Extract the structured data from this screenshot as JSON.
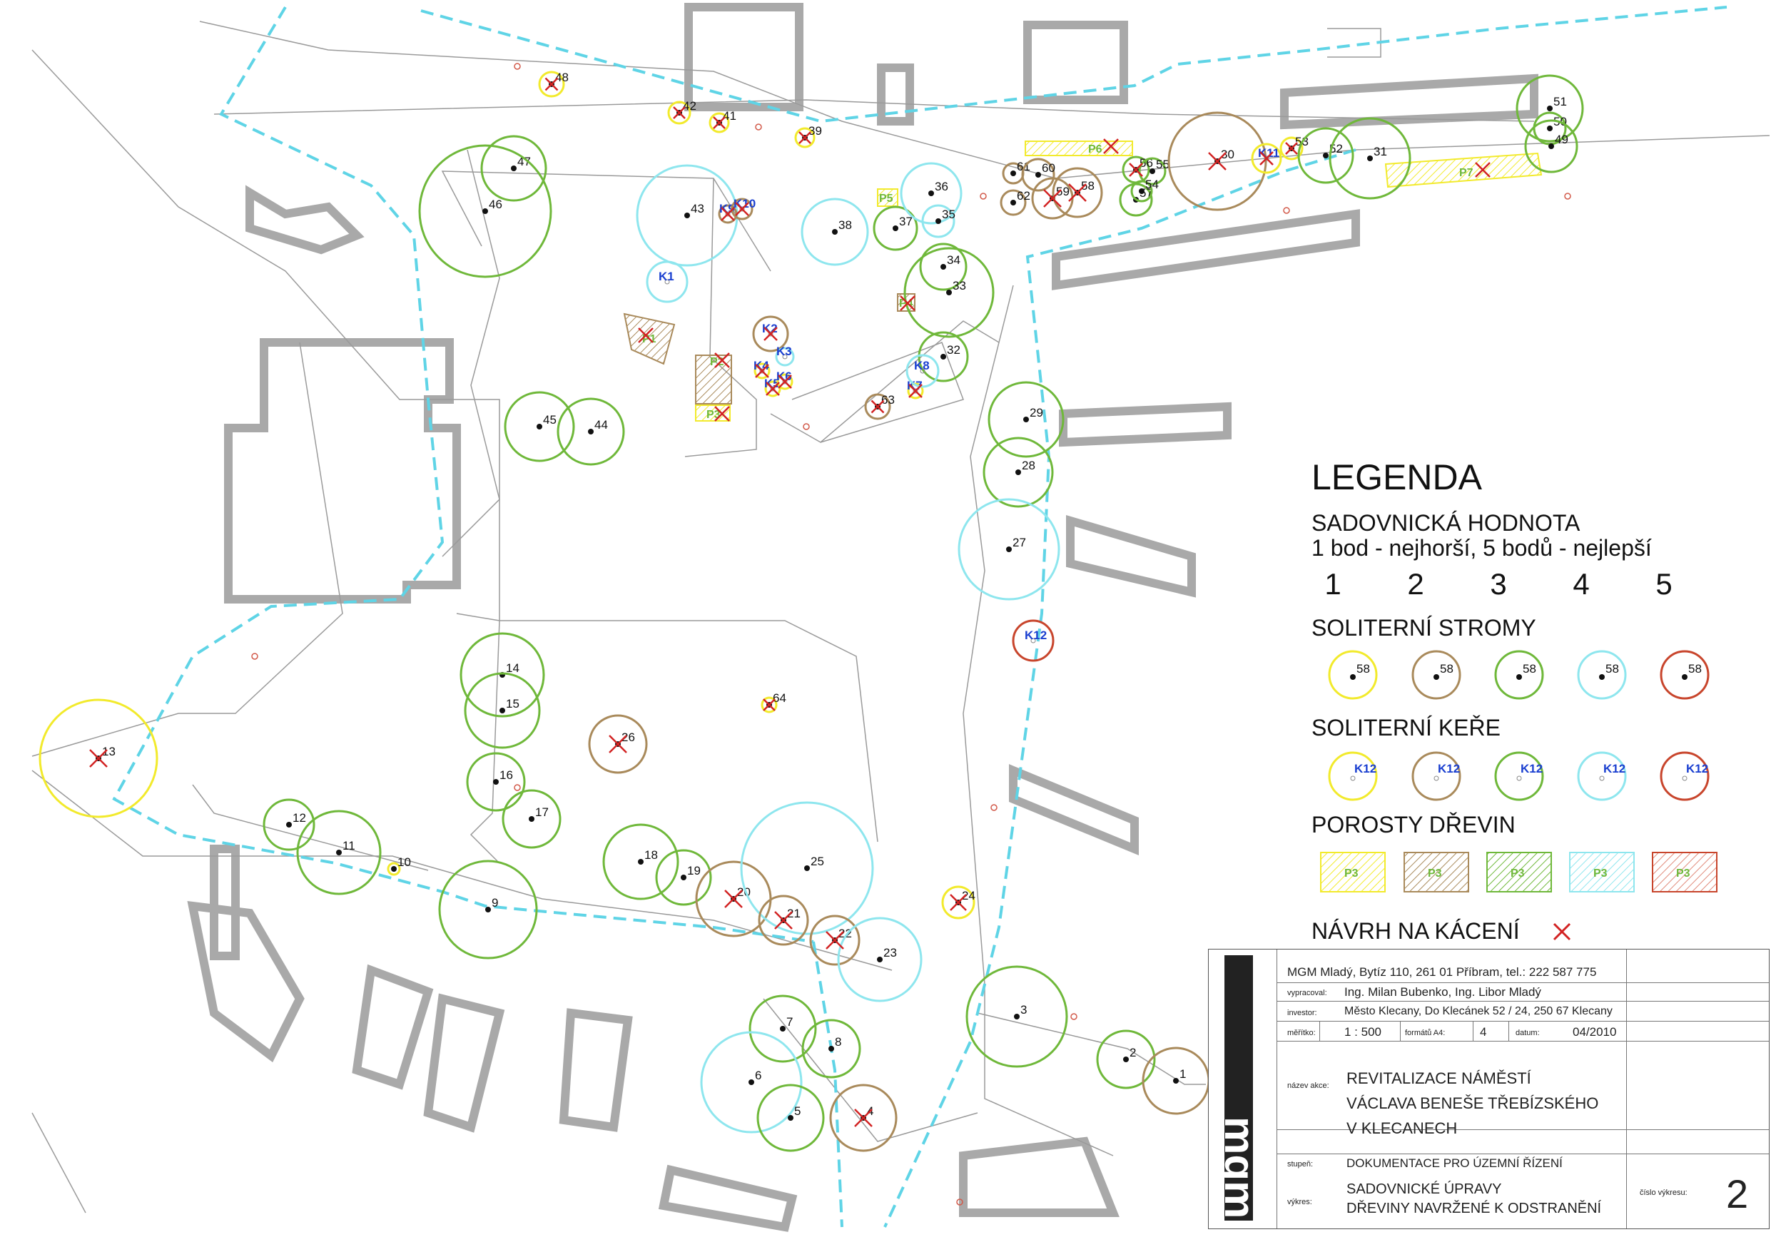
{
  "legend": {
    "title": "LEGENDA",
    "value_heading": "SADOVNICKÁ HODNOTA",
    "value_scale": "1 bod - nejhorší, 5 bodů - nejlepší",
    "score_numbers": [
      "1",
      "2",
      "3",
      "4",
      "5"
    ],
    "score_colors": [
      "#f2ea2c",
      "#a98a5b",
      "#6fb83a",
      "#8ee6ee",
      "#c8452c"
    ],
    "solitary_trees": {
      "heading": "SOLITERNÍ STROMY",
      "sample_label": "58"
    },
    "solitary_shrubs": {
      "heading": "SOLITERNÍ KEŘE",
      "sample_label": "K12"
    },
    "stands": {
      "heading": "POROSTY DŘEVIN",
      "sample_label": "P3"
    },
    "felling": {
      "heading": "NÁVRH NA KÁCENÍ",
      "mark_color": "#d22222"
    }
  },
  "title_block": {
    "company": "MGM Mladý, Bytíz 110, 261 01 Příbram, tel.: 222 587 775",
    "prepared_by_label": "vypracoval:",
    "prepared_by": "Ing. Milan Bubenko, Ing. Libor Mladý",
    "investor_label": "investor:",
    "investor": "Město Klecany, Do Klecánek 52 / 24,  250 67 Klecany",
    "scale_label": "měřítko:",
    "scale": "1 : 500",
    "format_label": "formátů A4:",
    "format": "4",
    "date_label": "datum:",
    "date": "04/2010",
    "project_label": "název akce:",
    "project_lines": [
      "REVITALIZACE NÁMĚSTÍ",
      "VÁCLAVA BENEŠE TŘEBÍZSKÉHO",
      "V KLECANECH"
    ],
    "stage_label": "stupeň:",
    "stage": "DOKUMENTACE PRO ÚZEMNÍ ŘÍZENÍ",
    "drawing_label": "výkres:",
    "drawing_lines": [
      "SADOVNICKÉ ÚPRAVY",
      "DŘEVINY NAVRŽENÉ K ODSTRANĚNÍ"
    ],
    "drawing_no_label": "číslo výkresu:",
    "drawing_no": "2",
    "logo_text": "mgm"
  },
  "trees": [
    {
      "id": "48",
      "score": 1,
      "fell": true
    },
    {
      "id": "42",
      "score": 1,
      "fell": true
    },
    {
      "id": "41",
      "score": 1,
      "fell": true
    },
    {
      "id": "39",
      "score": 1,
      "fell": true
    },
    {
      "id": "47",
      "score": 3,
      "fell": false
    },
    {
      "id": "46",
      "score": 3,
      "fell": false
    },
    {
      "id": "43",
      "score": 4,
      "fell": false
    },
    {
      "id": "38",
      "score": 4,
      "fell": false
    },
    {
      "id": "37",
      "score": 3,
      "fell": false
    },
    {
      "id": "36",
      "score": 4,
      "fell": false
    },
    {
      "id": "35",
      "score": 4,
      "fell": false
    },
    {
      "id": "34",
      "score": 3,
      "fell": false
    },
    {
      "id": "33",
      "score": 3,
      "fell": false
    },
    {
      "id": "32",
      "score": 3,
      "fell": false
    },
    {
      "id": "63",
      "score": 2,
      "fell": true
    },
    {
      "id": "61",
      "score": 2,
      "fell": false
    },
    {
      "id": "60",
      "score": 2,
      "fell": false
    },
    {
      "id": "62",
      "score": 2,
      "fell": false
    },
    {
      "id": "59",
      "score": 2,
      "fell": true
    },
    {
      "id": "58",
      "score": 2,
      "fell": true
    },
    {
      "id": "56",
      "score": 3,
      "fell": true
    },
    {
      "id": "55",
      "score": 3,
      "fell": false
    },
    {
      "id": "57",
      "score": 3,
      "fell": false
    },
    {
      "id": "54",
      "score": 3,
      "fell": false
    },
    {
      "id": "30",
      "score": 2,
      "fell": true
    },
    {
      "id": "53",
      "score": 1,
      "fell": true
    },
    {
      "id": "52",
      "score": 3,
      "fell": false
    },
    {
      "id": "31",
      "score": 3,
      "fell": false
    },
    {
      "id": "51",
      "score": 3,
      "fell": false
    },
    {
      "id": "50",
      "score": 3,
      "fell": false
    },
    {
      "id": "49",
      "score": 3,
      "fell": false
    },
    {
      "id": "45",
      "score": 3,
      "fell": false
    },
    {
      "id": "44",
      "score": 3,
      "fell": false
    },
    {
      "id": "29",
      "score": 3,
      "fell": false
    },
    {
      "id": "28",
      "score": 3,
      "fell": false
    },
    {
      "id": "27",
      "score": 4,
      "fell": false
    },
    {
      "id": "14",
      "score": 3,
      "fell": false
    },
    {
      "id": "15",
      "score": 3,
      "fell": false
    },
    {
      "id": "16",
      "score": 3,
      "fell": false
    },
    {
      "id": "17",
      "score": 3,
      "fell": false
    },
    {
      "id": "26",
      "score": 2,
      "fell": true
    },
    {
      "id": "64",
      "score": 1,
      "fell": true
    },
    {
      "id": "13",
      "score": 1,
      "fell": true
    },
    {
      "id": "12",
      "score": 3,
      "fell": false
    },
    {
      "id": "11",
      "score": 3,
      "fell": false
    },
    {
      "id": "10",
      "score": 1,
      "fell": false
    },
    {
      "id": "9",
      "score": 3,
      "fell": false
    },
    {
      "id": "18",
      "score": 3,
      "fell": false
    },
    {
      "id": "19",
      "score": 3,
      "fell": false
    },
    {
      "id": "20",
      "score": 2,
      "fell": true
    },
    {
      "id": "25",
      "score": 4,
      "fell": false
    },
    {
      "id": "21",
      "score": 2,
      "fell": true
    },
    {
      "id": "22",
      "score": 2,
      "fell": true
    },
    {
      "id": "23",
      "score": 4,
      "fell": false
    },
    {
      "id": "24",
      "score": 1,
      "fell": true
    },
    {
      "id": "3",
      "score": 3,
      "fell": false
    },
    {
      "id": "2",
      "score": 3,
      "fell": false
    },
    {
      "id": "1",
      "score": 2,
      "fell": false
    },
    {
      "id": "7",
      "score": 3,
      "fell": false
    },
    {
      "id": "8",
      "score": 3,
      "fell": false
    },
    {
      "id": "6",
      "score": 4,
      "fell": false
    },
    {
      "id": "5",
      "score": 3,
      "fell": false
    },
    {
      "id": "4",
      "score": 2,
      "fell": true
    }
  ],
  "shrubs": [
    {
      "id": "K1",
      "score": 4,
      "fell": false
    },
    {
      "id": "K9",
      "score": 2,
      "fell": true
    },
    {
      "id": "K10",
      "score": 2,
      "fell": true
    },
    {
      "id": "K2",
      "score": 2,
      "fell": true
    },
    {
      "id": "K3",
      "score": 4,
      "fell": false
    },
    {
      "id": "K4",
      "score": 1,
      "fell": true
    },
    {
      "id": "K5",
      "score": 1,
      "fell": true
    },
    {
      "id": "K6",
      "score": 1,
      "fell": true
    },
    {
      "id": "K7",
      "score": 1,
      "fell": true
    },
    {
      "id": "K8",
      "score": 4,
      "fell": false
    },
    {
      "id": "K11",
      "score": 1,
      "fell": true
    },
    {
      "id": "K12",
      "score": 5,
      "fell": false
    }
  ],
  "stands": [
    {
      "id": "P1",
      "score": 2,
      "fell": true
    },
    {
      "id": "P2",
      "score": 2,
      "fell": true
    },
    {
      "id": "P3",
      "score": 1,
      "fell": true
    },
    {
      "id": "P4",
      "score": 2,
      "fell": true
    },
    {
      "id": "P5",
      "score": 1,
      "fell": false
    },
    {
      "id": "P6",
      "score": 1,
      "fell": true
    },
    {
      "id": "P7",
      "score": 1,
      "fell": true
    }
  ]
}
